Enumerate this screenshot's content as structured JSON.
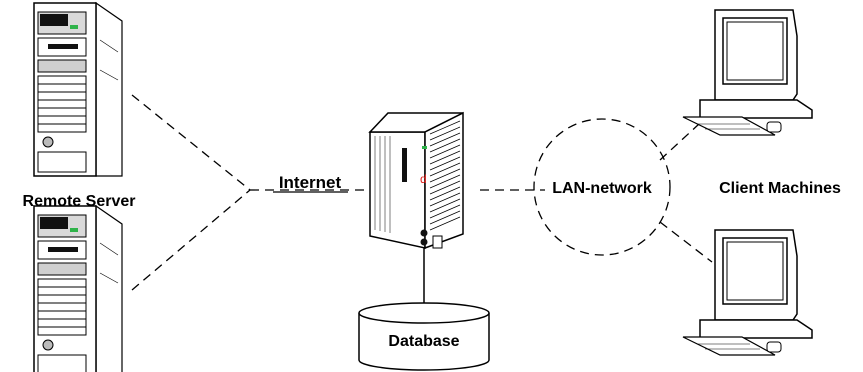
{
  "labels": {
    "remote_server": "Remote Server",
    "internet": "Internet",
    "lan_network": "LAN-network",
    "client_machines": "Client Machines",
    "database": "Database"
  },
  "colors": {
    "stroke": "#000000",
    "background": "#ffffff",
    "led_green": "#2fb34a",
    "led_red": "#e0201b"
  }
}
